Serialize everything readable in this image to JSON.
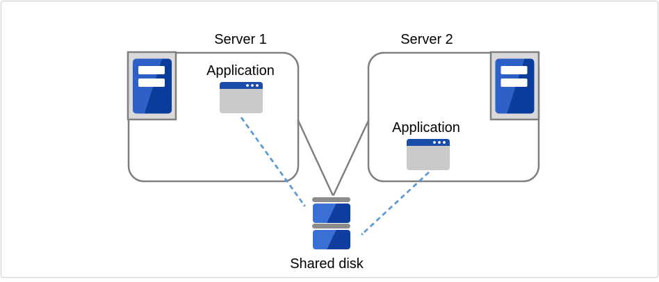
{
  "labels": {
    "server1": "Server 1",
    "server2": "Server 2",
    "application1": "Application",
    "application2": "Application",
    "shared_disk": "Shared disk"
  },
  "colors": {
    "canvas_border": "#d9d9d9",
    "box_border": "#7f7f7f",
    "connector_gray": "#7f7f7f",
    "arrow_blue": "#5b9bd5",
    "icon_frame_fill": "#d9d9d9",
    "icon_frame_border": "#7f7f7f",
    "tower_blue_light": "#2e61c8",
    "tower_blue_dark": "#0a3c9c",
    "window_titlebar_blue": "#1a4da8",
    "window_body_gray": "#c9c9c9",
    "disk_blue_light": "#3a6fd5",
    "disk_blue_dark": "#0f3e9e",
    "disk_bar_gray": "#8c8c8c",
    "text_color": "#000000"
  }
}
